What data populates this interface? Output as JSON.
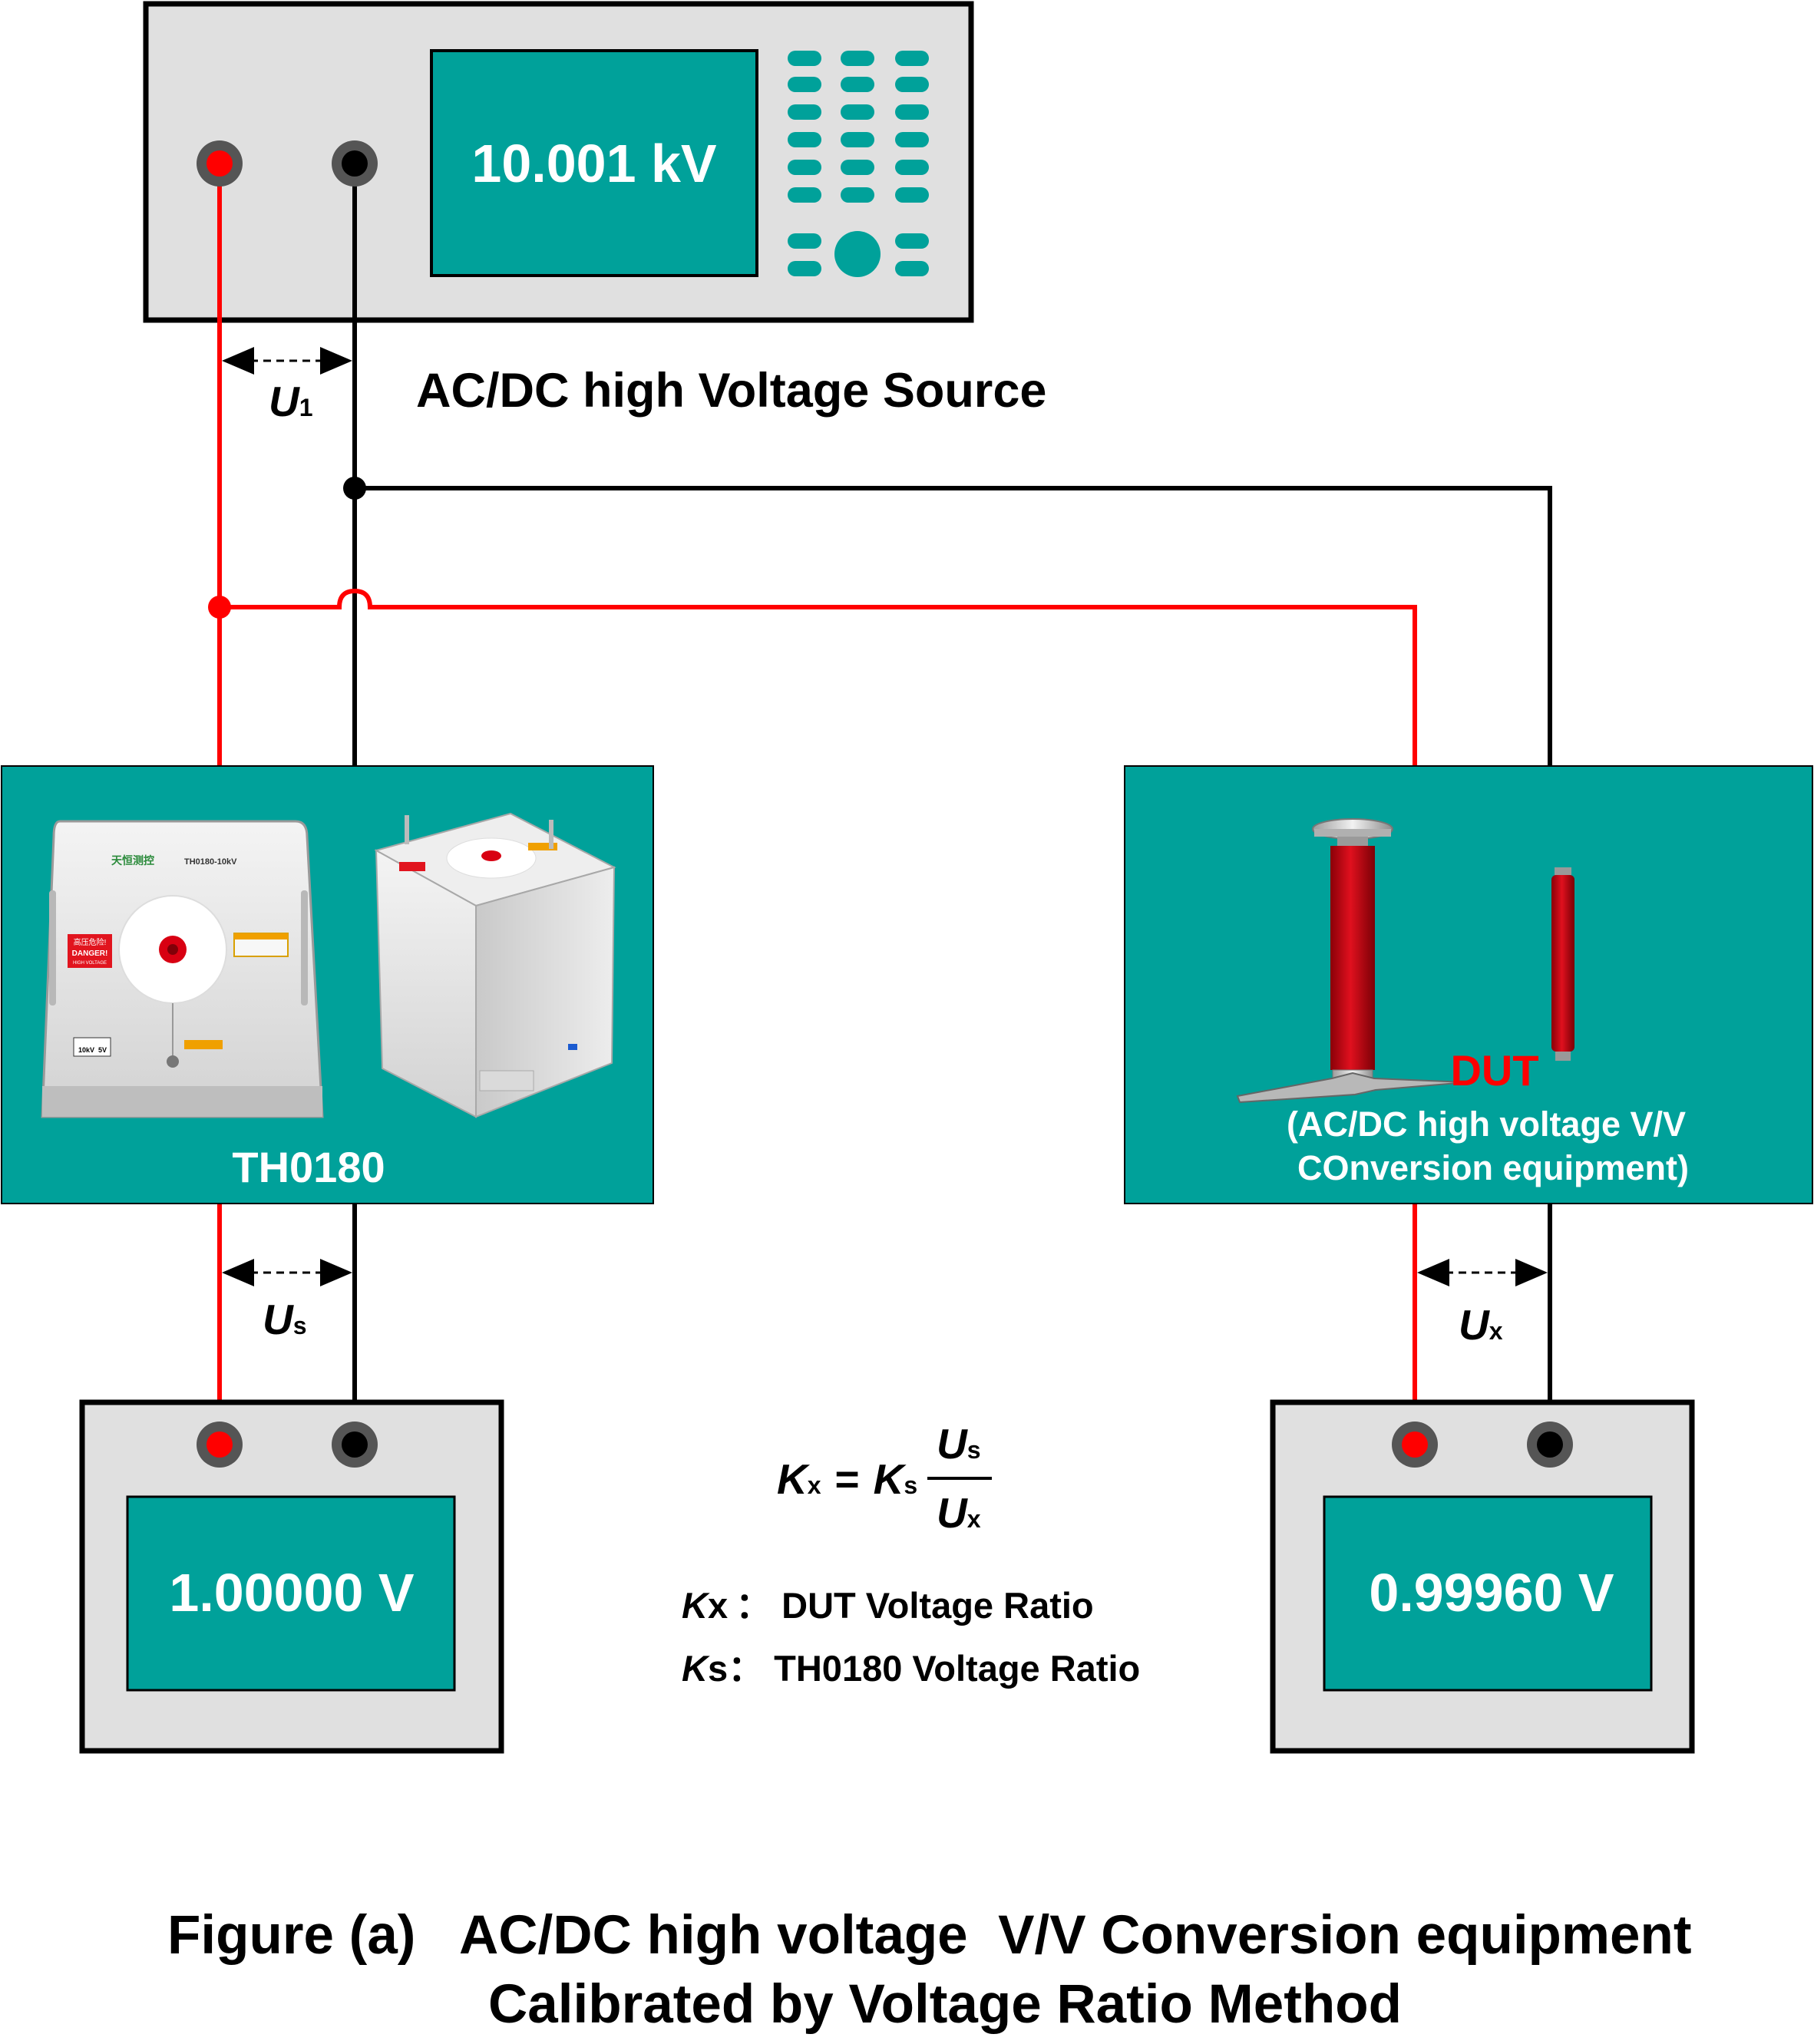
{
  "source": {
    "display_value": "10.001 kV",
    "label": "AC/DC high Voltage Source"
  },
  "th0180": {
    "label": "TH0180",
    "panel_logo": "天恒测控",
    "panel_model": "TH0180-10kV",
    "panel_danger_cn": "高压危险!",
    "panel_danger_en": "DANGER!",
    "panel_danger_sub": "HIGH VOLTAGE",
    "panel_rating_1": "10kV",
    "panel_rating_2": "5V"
  },
  "dut": {
    "title": "DUT",
    "line1": "(AC/DC high voltage  V/V",
    "line2": "COnversion equipment)"
  },
  "voltages": {
    "u1_main": "U",
    "u1_sub": "1",
    "us_main": "U",
    "us_sub": "s",
    "ux_main": "U",
    "ux_sub": "x"
  },
  "meters": {
    "left_value": "1.00000 V",
    "right_value": "0.99960 V"
  },
  "formula": {
    "kx_k": "K",
    "kx_sub": "x",
    "equals": "=",
    "ks_k": "K",
    "ks_sub": "s",
    "num_u": "U",
    "num_sub": "s",
    "den_u": "U",
    "den_sub": "x"
  },
  "legend": {
    "kx_k": "K",
    "kx_rest": "x",
    "kx_desc": "：  DUT Voltage Ratio",
    "ks_k": "K",
    "ks_rest": "s",
    "ks_desc": "：  TH0180 Voltage Ratio"
  },
  "caption": {
    "line1": "Figure (a)   AC/DC high voltage  V/V Conversion equipment",
    "line2": "Calibrated by Voltage Ratio Method"
  },
  "colors": {
    "teal": "#00A19A",
    "red_wire": "#FF0000",
    "black_wire": "#000000",
    "panel_gray": "#E0E0E0",
    "insulator_red": "#C8000F"
  }
}
